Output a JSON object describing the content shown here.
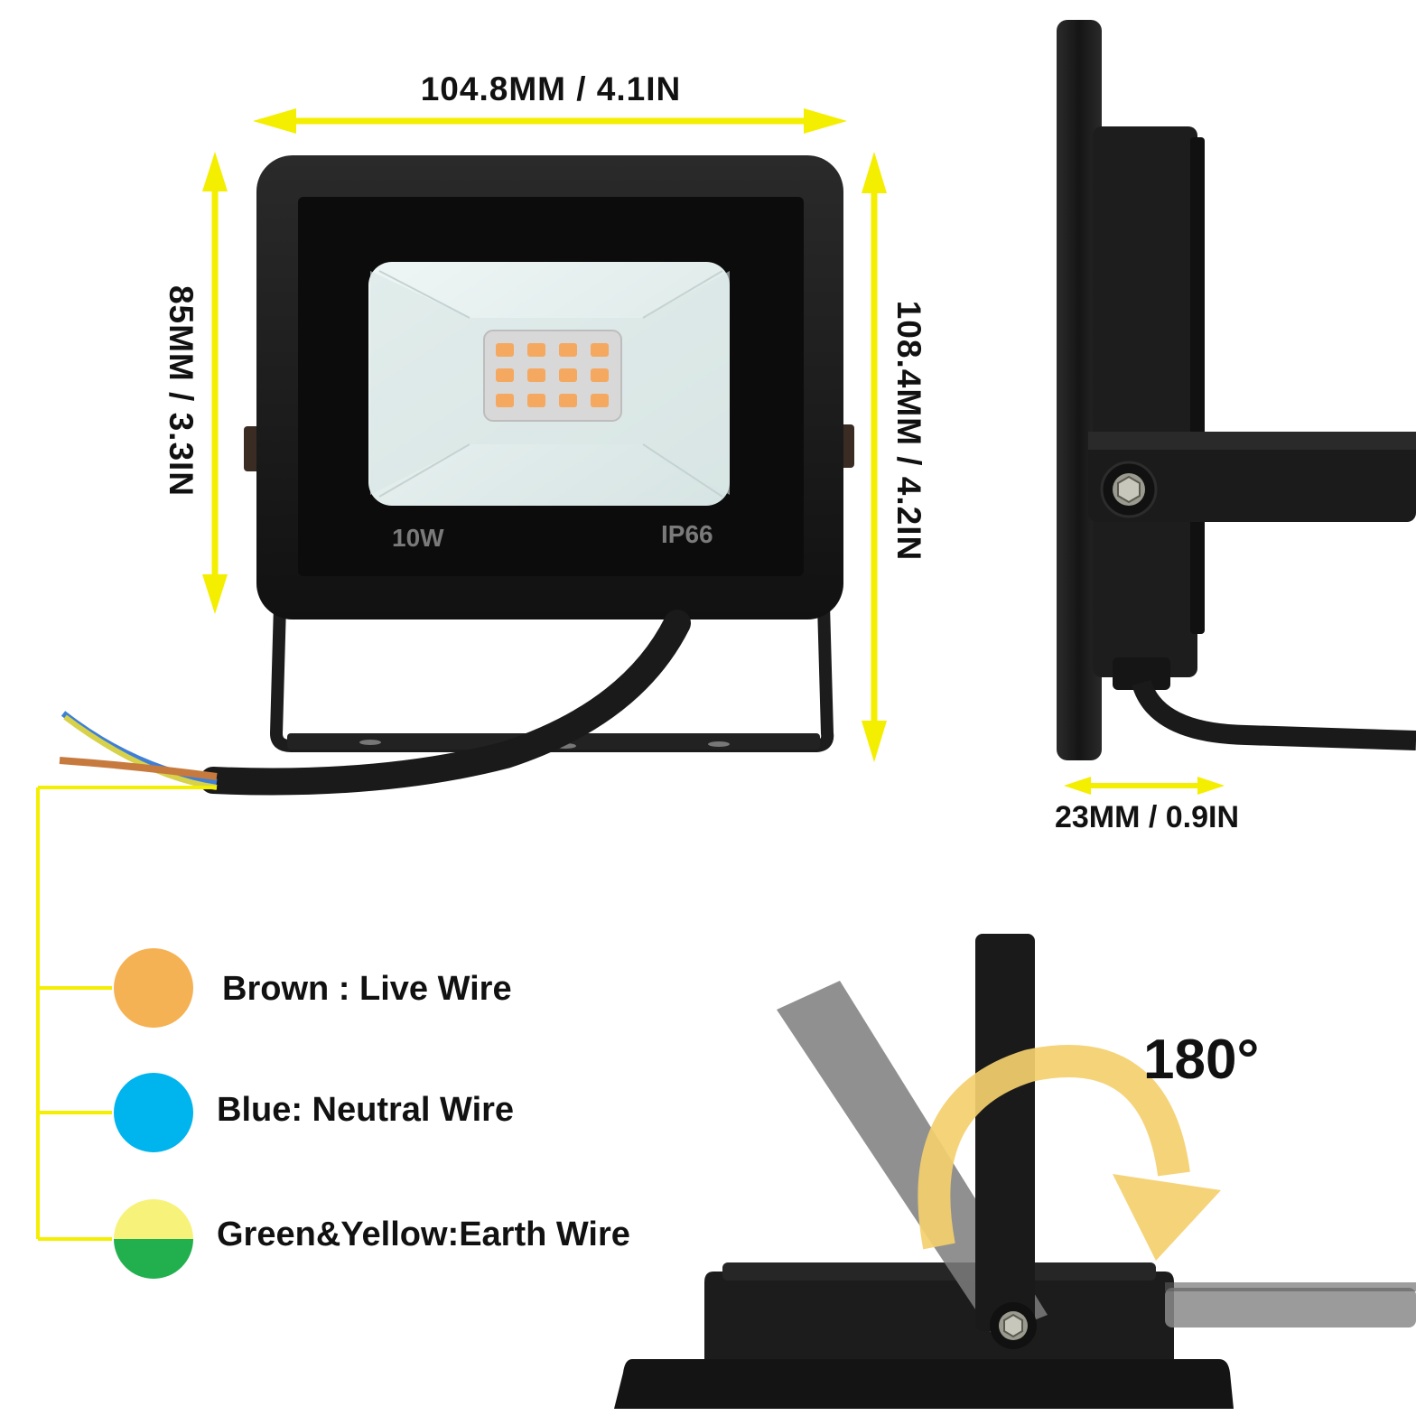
{
  "dimensions": {
    "width_label": "104.8MM / 4.1IN",
    "height_left_label": "85MM / 3.3IN",
    "height_right_label": "108.4MM / 4.2IN",
    "depth_label": "23MM / 0.9IN"
  },
  "product": {
    "wattage": "10W",
    "ip_rating": "IP66"
  },
  "wires": [
    {
      "label": "Brown : Live Wire",
      "color": "#f5b254"
    },
    {
      "label": "Blue: Neutral Wire",
      "color": "#00b4ee"
    },
    {
      "label": "Green&Yellow:Earth Wire",
      "color_top": "#f7f27a",
      "color_bottom": "#22b04f"
    }
  ],
  "rotation": {
    "angle_label": "180°"
  },
  "colors": {
    "dimension_arrow": "#f4ee00",
    "housing": "#1a1a1a",
    "led": "#f5a860",
    "rotation_arrow": "#f4cf6e"
  }
}
